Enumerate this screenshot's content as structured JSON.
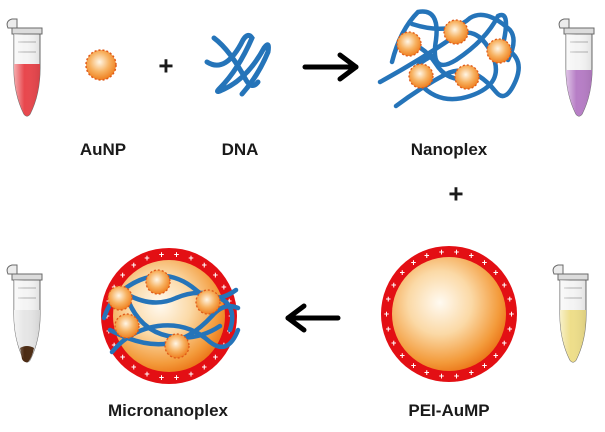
{
  "labels": {
    "aunp": "AuNP",
    "dna": "DNA",
    "nanoplex": "Nanoplex",
    "pei_aump": "PEI-AuMP",
    "micronanoplex": "Micronanoplex"
  },
  "operators": {
    "plus_top": "+",
    "plus_right": "+"
  },
  "colors": {
    "tube_red": "#e8474d",
    "tube_purple": "#b77ec6",
    "tube_yellow": "#eede8a",
    "tube_pellet": "#4b2a12",
    "dna_blue": "#2574b9",
    "gold_center": "#fff2d8",
    "gold_edge": "#f08a24",
    "pei_ring": "#e30f14"
  },
  "icons": [
    "tube-icon",
    "nanoparticle-icon",
    "dna-strand-icon",
    "arrow-right-icon",
    "arrow-left-icon",
    "microparticle-icon"
  ]
}
